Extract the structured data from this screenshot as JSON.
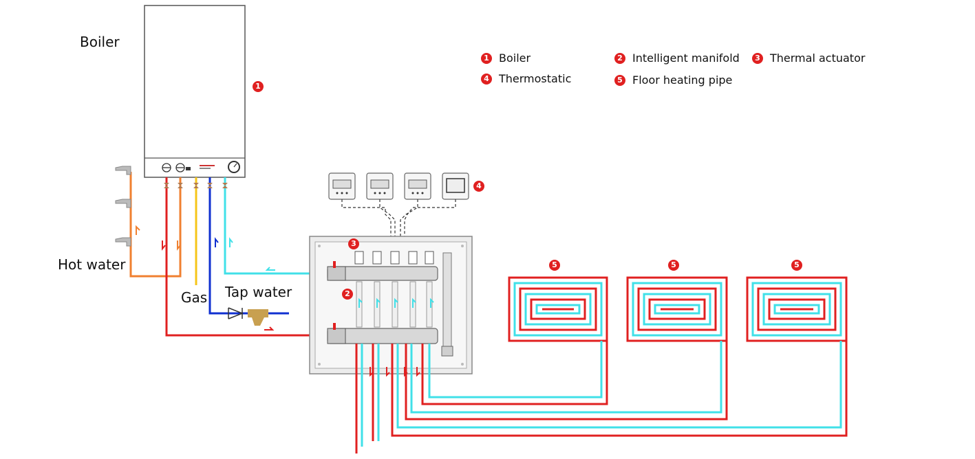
{
  "labels": {
    "boiler": "Boiler",
    "hot_water": "Hot water",
    "gas": "Gas",
    "tap_water": "Tap water"
  },
  "legend": [
    {
      "num": "1",
      "text": "Boiler"
    },
    {
      "num": "2",
      "text": "Intelligent manifold"
    },
    {
      "num": "3",
      "text": "Thermal actuator"
    },
    {
      "num": "4",
      "text": "Thermostatic"
    },
    {
      "num": "5",
      "text": "Floor heating pipe"
    }
  ],
  "markers": {
    "boiler": "1",
    "manifold": "2",
    "actuator": "3",
    "thermostat": "4",
    "loop": "5"
  },
  "colors": {
    "hot": "#e02020",
    "cold": "#40e0e8",
    "hot_water": "#f08030",
    "gas": "#f5c518",
    "tap": "#1030d0",
    "badge": "#e02020"
  }
}
